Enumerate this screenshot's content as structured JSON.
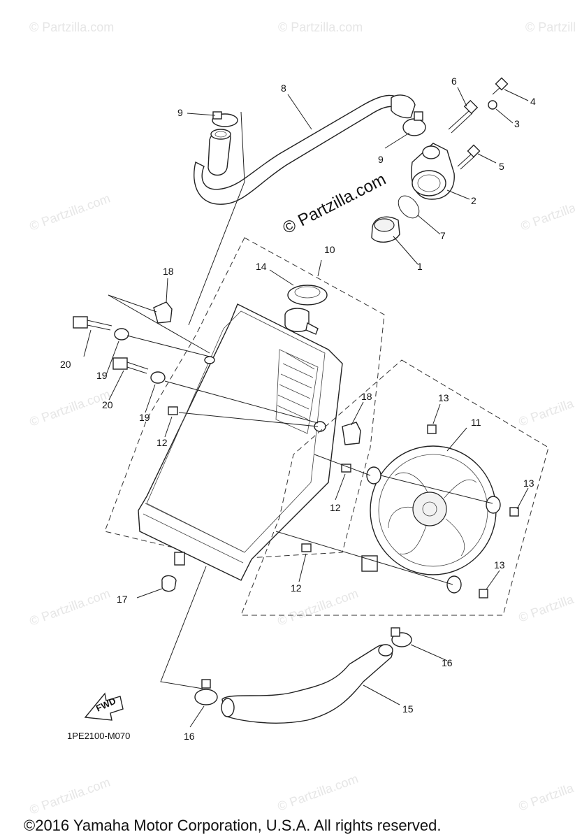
{
  "watermark": "© Partzilla.com",
  "watermark_center": "© Partzilla.com",
  "diagram_code": "1PE2100-M070",
  "fwd_label": "FWD",
  "copyright": "©2016  Yamaha Motor Corporation, U.S.A. All rights reserved.",
  "callouts": {
    "c1": "1",
    "c2": "2",
    "c3": "3",
    "c4": "4",
    "c5": "5",
    "c6": "6",
    "c7": "7",
    "c8": "8",
    "c9a": "9",
    "c9b": "9",
    "c10": "10",
    "c11": "11",
    "c12a": "12",
    "c12b": "12",
    "c12c": "12",
    "c13a": "13",
    "c13b": "13",
    "c13c": "13",
    "c14": "14",
    "c15": "15",
    "c16a": "16",
    "c16b": "16",
    "c17": "17",
    "c18a": "18",
    "c18b": "18",
    "c19a": "19",
    "c19b": "19",
    "c20a": "20",
    "c20b": "20"
  }
}
